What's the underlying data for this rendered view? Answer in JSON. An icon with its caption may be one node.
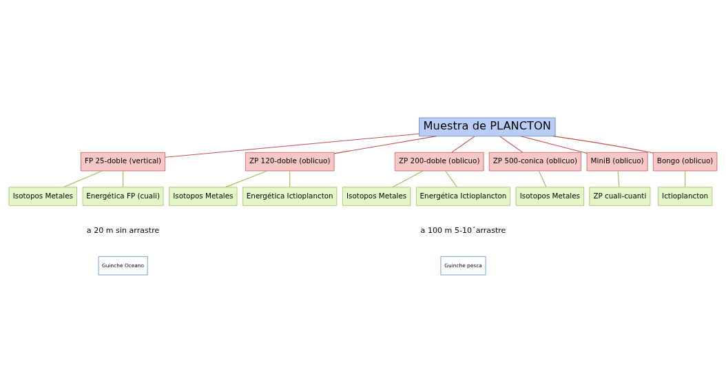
{
  "diagram": {
    "nodes": [
      {
        "text": [
          "Muestra de PLANCTON"
        ]
      },
      {
        "text": [
          "FP 25-doble (vertical)"
        ]
      },
      {
        "text": [
          "ZP 120-doble (oblicuo)"
        ]
      },
      {
        "text": [
          "ZP 200-doble (oblicuo)"
        ]
      },
      {
        "text": [
          "ZP 500-conica (oblicuo)"
        ]
      },
      {
        "text": [
          "MiniB (oblicuo)"
        ]
      },
      {
        "text": [
          "Bongo (oblicuo)"
        ]
      },
      {
        "text": [
          "Isotopos Metales"
        ]
      },
      {
        "text": [
          "Energética FP (cuali)"
        ]
      },
      {
        "text": [
          "Isotopos Metales"
        ]
      },
      {
        "text": [
          "Energética Ictioplancton"
        ]
      },
      {
        "text": [
          "Isotopos Metales"
        ]
      },
      {
        "text": [
          "Energética Ictioplancton"
        ]
      },
      {
        "text": [
          "Isotopos Metales"
        ]
      },
      {
        "text": [
          "ZP cuali-cuanti"
        ]
      },
      {
        "text": [
          "Ictioplancton"
        ]
      },
      {
        "text": [
          "Guinche Oceano"
        ]
      },
      {
        "text": [
          "Guinche pesca"
        ]
      }
    ],
    "edges": [
      {
        "from": 0,
        "to": 1,
        "arrow": "none",
        "color": "#c0504d"
      },
      {
        "from": 0,
        "to": 2,
        "arrow": "none",
        "color": "#c0504d"
      },
      {
        "from": 0,
        "to": 3,
        "arrow": "none",
        "color": "#c0504d"
      },
      {
        "from": 0,
        "to": 4,
        "arrow": "none",
        "color": "#c0504d"
      },
      {
        "from": 0,
        "to": 5,
        "arrow": "none",
        "color": "#c0504d"
      },
      {
        "from": 0,
        "to": 6,
        "arrow": "none",
        "color": "#c0504d"
      },
      {
        "from": 1,
        "to": 7,
        "arrow": "none"
      },
      {
        "from": 1,
        "to": 8,
        "arrow": "none"
      },
      {
        "from": 2,
        "to": 9,
        "arrow": "none"
      },
      {
        "from": 2,
        "to": 10,
        "arrow": "none"
      },
      {
        "from": 3,
        "to": 11,
        "arrow": "none"
      },
      {
        "from": 3,
        "to": 12,
        "arrow": "none"
      },
      {
        "from": 4,
        "to": 13,
        "arrow": "none"
      },
      {
        "from": 5,
        "to": 14,
        "arrow": "none"
      },
      {
        "from": 6,
        "to": 15,
        "arrow": "none"
      }
    ],
    "labels": [
      "a 20 m sin arrastre",
      "a 100 m 5-10´arrastre"
    ]
  }
}
